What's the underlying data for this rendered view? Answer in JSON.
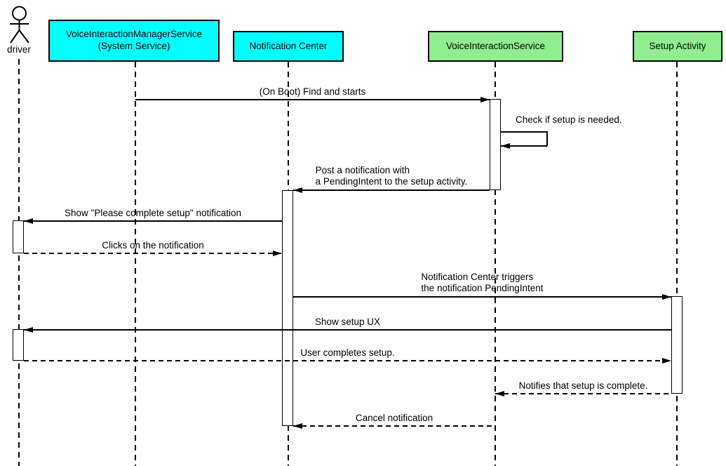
{
  "colors": {
    "participant_cyan": "#00ffff",
    "participant_green": "#90ee90",
    "line": "#000000",
    "background": "#ffffff"
  },
  "actor": {
    "label": "driver"
  },
  "participants": {
    "vims": {
      "line1": "VoiceInteractionManagerService",
      "line2": "(System Service)",
      "color": "#00ffff"
    },
    "notification_center": {
      "label": "Notification Center",
      "color": "#00ffff"
    },
    "vis": {
      "label": "VoiceInteractionService",
      "color": "#90ee90"
    },
    "setup_activity": {
      "label": "Setup Activity",
      "color": "#90ee90"
    }
  },
  "messages": {
    "m1": {
      "label": "(On Boot) Find and starts",
      "from": "VoiceInteractionManagerService (System Service)",
      "to": "VoiceInteractionService",
      "style": "solid"
    },
    "m2": {
      "label": "Check if setup is needed.",
      "from": "VoiceInteractionService",
      "to": "VoiceInteractionService",
      "style": "solid-self"
    },
    "m3": {
      "line1": "Post a notification with",
      "line2": "a PendingIntent to the setup activity.",
      "from": "VoiceInteractionService",
      "to": "Notification Center",
      "style": "solid"
    },
    "m4": {
      "label": "Show \"Please complete setup\" notification",
      "from": "Notification Center",
      "to": "driver",
      "style": "solid"
    },
    "m5": {
      "label": "Clicks on the notification",
      "from": "driver",
      "to": "Notification Center",
      "style": "dashed"
    },
    "m6": {
      "line1": "Notification Center triggers",
      "line2": "the notification PendingIntent",
      "from": "Notification Center",
      "to": "Setup Activity",
      "style": "solid"
    },
    "m7": {
      "label": "Show setup UX",
      "from": "Setup Activity",
      "to": "driver",
      "style": "solid"
    },
    "m8": {
      "label": "User completes setup.",
      "from": "driver",
      "to": "Setup Activity",
      "style": "dashed"
    },
    "m9": {
      "label": "Notifies that setup is complete.",
      "from": "Setup Activity",
      "to": "VoiceInteractionService",
      "style": "dashed"
    },
    "m10": {
      "label": "Cancel notification",
      "from": "VoiceInteractionService",
      "to": "Notification Center",
      "style": "dashed"
    }
  }
}
